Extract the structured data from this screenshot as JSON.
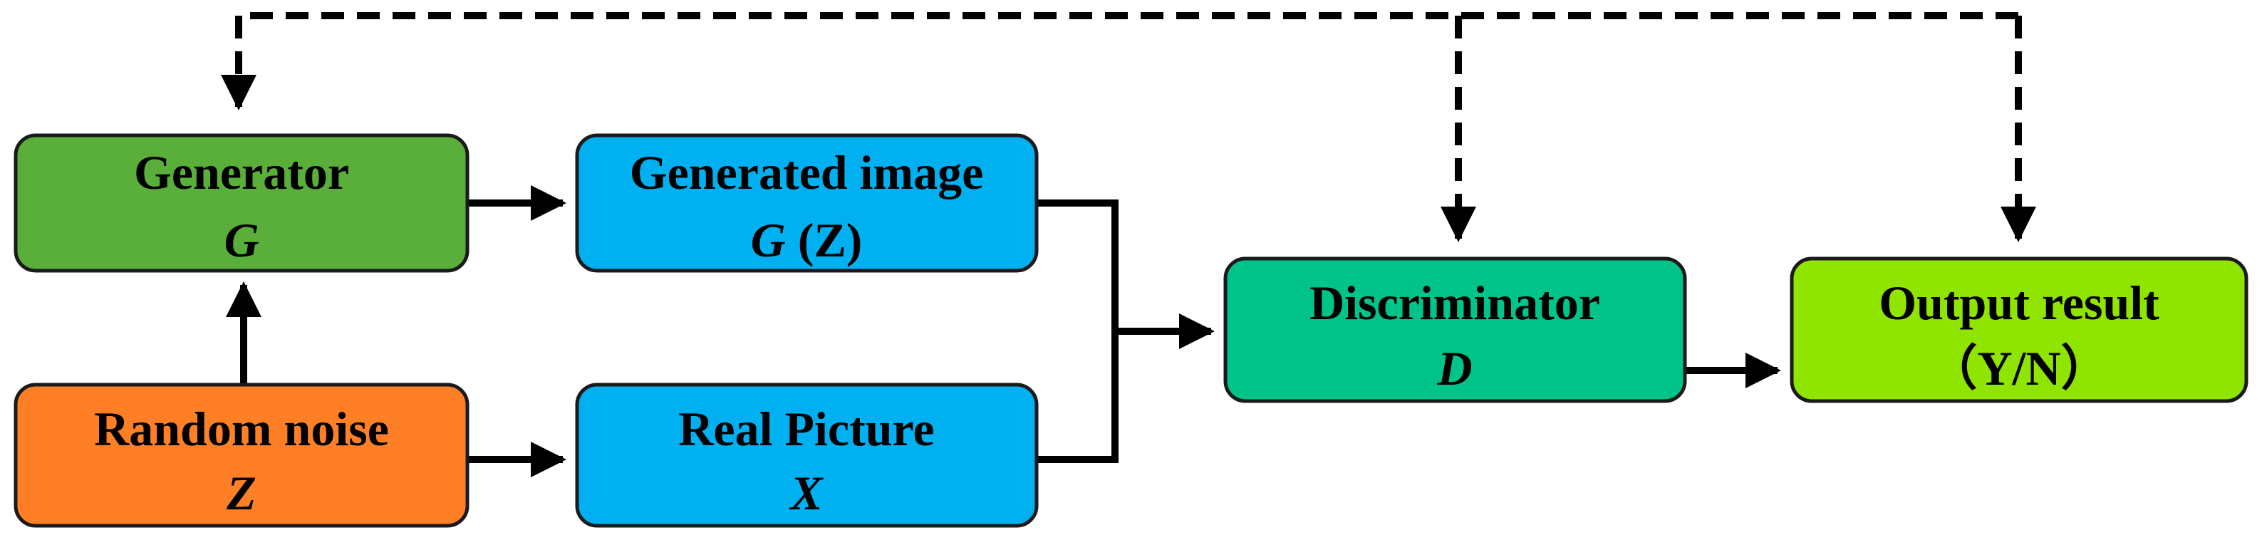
{
  "colors": {
    "generator": "#5aaf3a",
    "random_noise": "#ff7f27",
    "generated_image": "#00b0f0",
    "real_picture": "#00b0f0",
    "discriminator": "#00c389",
    "output_result": "#8fe400",
    "line": "#000000"
  },
  "nodes": {
    "generator": {
      "title": "Generator",
      "symbol": "G"
    },
    "random_noise": {
      "title": "Random noise",
      "symbol": "Z"
    },
    "generated_image": {
      "title": "Generated image",
      "symbol_italic": "G",
      "symbol_rest": " (Z)"
    },
    "real_picture": {
      "title": "Real Picture",
      "symbol": "X"
    },
    "discriminator": {
      "title": "Discriminator",
      "symbol": "D"
    },
    "output_result": {
      "title": "Output result",
      "symbol": "（Y/N）"
    }
  }
}
